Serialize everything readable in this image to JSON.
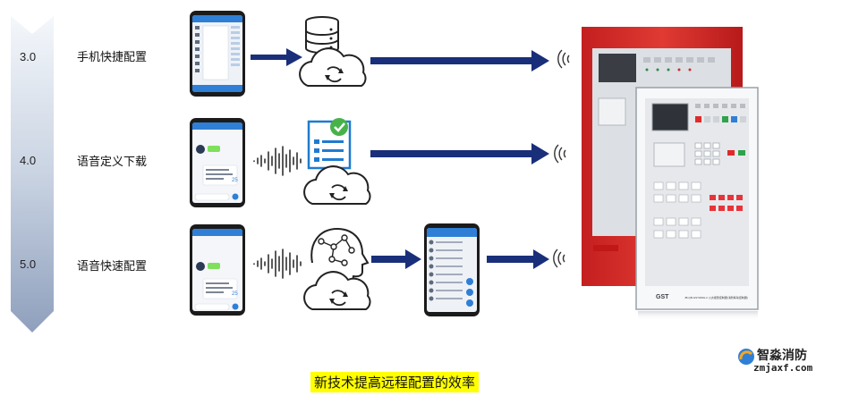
{
  "rows": [
    {
      "version": "3.0",
      "label": "手机快捷配置"
    },
    {
      "version": "4.0",
      "label": "语音定义下载"
    },
    {
      "version": "5.0",
      "label": "语音快速配置"
    }
  ],
  "tagline": "新技术提高远程配置的效率",
  "logo": {
    "name": "智淼消防",
    "url": "zmjaxf.com"
  },
  "panel": {
    "brand": "GST",
    "model": "JB-QB-GST200H-2·火灾报警控制器(消防联动控制器)"
  },
  "colors": {
    "arrow": "#1a2f7a",
    "panel_red": "#d42a2a",
    "tagline_bg": "#ffff00"
  }
}
